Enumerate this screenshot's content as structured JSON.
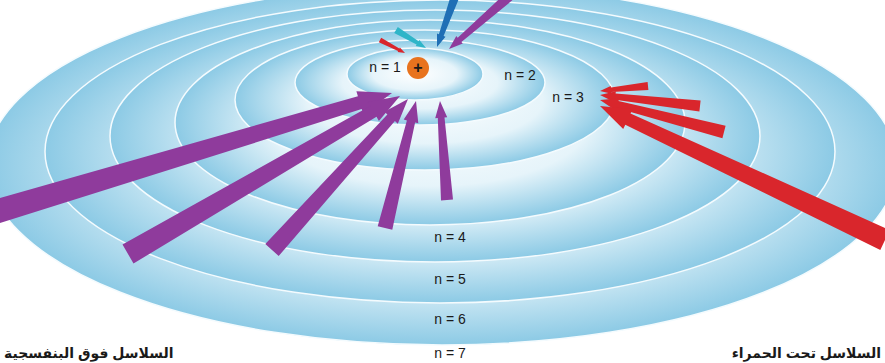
{
  "diagram": {
    "nodes": [
      {
        "text": [
          "+"
        ]
      }
    ],
    "labels": [
      "n = 1",
      "n = 2",
      "n = 3",
      "n = 4",
      "n = 5",
      "n = 6",
      "n = 7",
      "السلاسل فوق البنفسجية",
      "السلاسل تحت الحمراء"
    ]
  }
}
